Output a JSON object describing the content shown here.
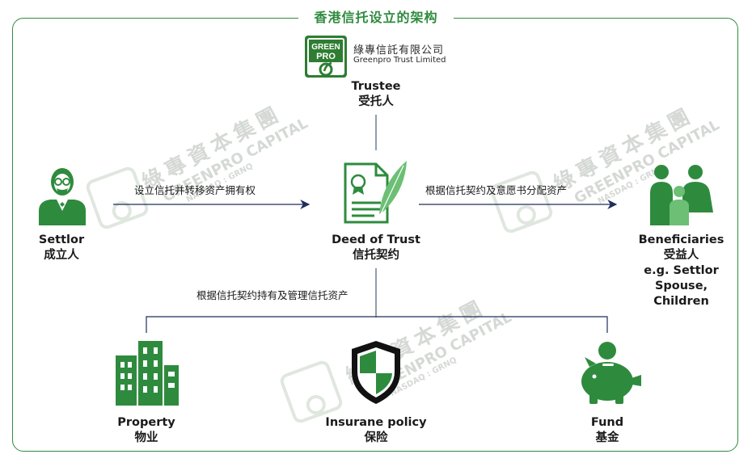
{
  "title": "香港信托设立的架构",
  "brand": {
    "logo_top": "GREEN",
    "logo_bottom": "PRO",
    "name_zh": "綠專信託有限公司",
    "name_en": "Greenpro Trust Limited"
  },
  "watermark": {
    "zh": "綠專資本集團",
    "en": "GREENPRO CAPITAL",
    "ticker": "NASDAQ : GRNQ"
  },
  "nodes": {
    "trustee": {
      "en": "Trustee",
      "zh": "受托人"
    },
    "settlor": {
      "en": "Settlor",
      "zh": "成立人"
    },
    "deed": {
      "en": "Deed of Trust",
      "zh": "信托契约"
    },
    "beneficiaries": {
      "en": "Beneficiaries",
      "zh": "受益人",
      "eg": "e.g. Settlor",
      "l3": "Spouse,",
      "l4": "Children"
    },
    "property": {
      "en": "Property",
      "zh": "物业"
    },
    "insurance": {
      "en": "Insurane policy",
      "zh": "保险"
    },
    "fund": {
      "en": "Fund",
      "zh": "基金"
    }
  },
  "captions": {
    "settlor_to_deed": "设立信托并转移资产拥有权",
    "deed_to_beneficiaries": "根据信托契约及意愿书分配资产",
    "deed_to_assets": "根据信托契约持有及管理信托资产"
  },
  "colors": {
    "accent": "#2e8b3e",
    "arrow": "#1f2d5c"
  }
}
